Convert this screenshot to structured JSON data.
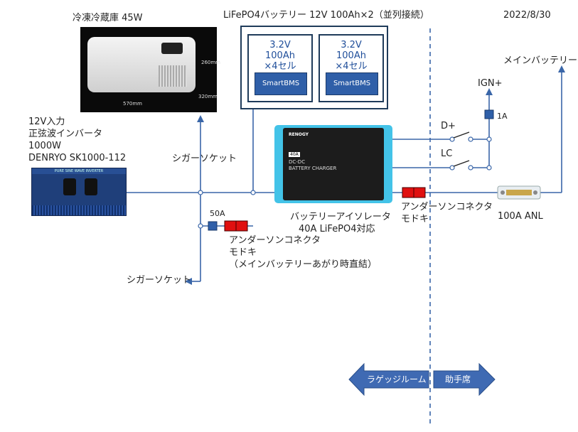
{
  "date": "2022/8/30",
  "battery": {
    "title": "LiFePO4バッテリー 12V 100Ah×2（並列接続）",
    "cells": [
      {
        "line1": "3.2V",
        "line2": "100Ah",
        "line3": "×4セル",
        "bms": "SmartBMS"
      },
      {
        "line1": "3.2V",
        "line2": "100Ah",
        "line3": "×4セル",
        "bms": "SmartBMS"
      }
    ]
  },
  "fridge": {
    "label": "冷凍冷蔵庫 45W",
    "dims": [
      "570mm",
      "320mm",
      "260mm"
    ]
  },
  "inverter": {
    "lines": [
      "12V入力",
      "正弦波インバータ",
      "1000W",
      "DENRYO SK1000-112"
    ],
    "head_text": "PURE SINE WAVE INVERTER"
  },
  "charger": {
    "brand": "RENOGY",
    "amp": "40A",
    "face": [
      "DC-DC",
      "BATTERY CHARGER"
    ],
    "label_line1": "バッテリーアイソレータ",
    "label_line2": "40A LiFePO4対応"
  },
  "labels": {
    "cigar_socket_top": "シガーソケット",
    "cigar_socket_bottom": "シガーソケット",
    "fuse_50a": "50A",
    "anderson_left_1": "アンダーソンコネクタ",
    "anderson_left_2": "モドキ",
    "anderson_left_3": "（メインバッテリーあがり時直結）",
    "anderson_right_1": "アンダーソンコネクタ",
    "anderson_right_2": "モドキ",
    "main_battery": "メインバッテリーへ",
    "ign": "IGN+",
    "fuse_1a": "1A",
    "d_plus": "D+",
    "lc": "LC",
    "anl": "100A ANL"
  },
  "zones": {
    "left": "ラゲッジルーム",
    "right": "助手席"
  }
}
